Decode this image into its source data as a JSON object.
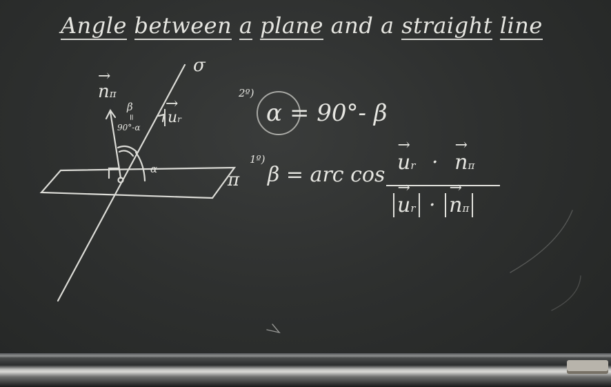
{
  "title": {
    "word1": "Angle",
    "word2": "between",
    "word3": "a",
    "word4": "plane",
    "word5": "and",
    "word6": "a",
    "word7": "straight",
    "word8": "line"
  },
  "diagram": {
    "line_label": "σ",
    "plane_label": "π",
    "normal_vector": "n",
    "normal_sub": "π",
    "direction_vector": "u",
    "direction_sub": "r",
    "beta": "β",
    "equals_sign": "=",
    "complement": "90°-α",
    "alpha": "α"
  },
  "step2": {
    "marker": "2º)",
    "lhs": "α",
    "rhs": "= 90°- β"
  },
  "step1": {
    "marker": "1º)",
    "lhs": "β = arc cos",
    "num_u": "u",
    "num_u_sub": "r",
    "dot": "·",
    "num_n": "n",
    "num_n_sub": "π",
    "den_u": "u",
    "den_u_sub": "r",
    "den_n": "n",
    "den_n_sub": "π"
  },
  "colors": {
    "board": "#2e302f",
    "chalk": "#e6e6e1"
  }
}
